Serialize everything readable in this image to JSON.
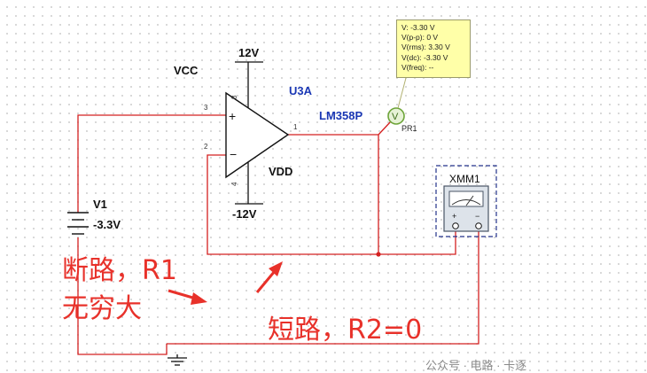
{
  "probe": {
    "label": "PR1",
    "glyph": "V",
    "readings": [
      "V: -3.30 V",
      "V(p-p): 0 V",
      "V(rms): 3.30 V",
      "V(dc): -3.30 V",
      "V(freq): --"
    ]
  },
  "opamp": {
    "ref": "U3A",
    "model": "LM358P",
    "pin_plus": "3",
    "pin_minus": "2",
    "pin_out": "1",
    "pin_vcc": "8",
    "pin_vdd": "4",
    "plus_sign": "+",
    "minus_sign": "−"
  },
  "supply": {
    "vcc_label": "VCC",
    "vdd_label": "VDD",
    "pos_value": "12V",
    "neg_value": "-12V"
  },
  "source": {
    "ref": "V1",
    "value": "-3.3V"
  },
  "meter": {
    "ref": "XMM1",
    "plus": "+",
    "minus": "−"
  },
  "annotations": {
    "open_line1": "断路，R1",
    "open_line2": "无穷大",
    "short": "短路，R2=0"
  },
  "watermark": "公众号 · 电路 · 卡逐"
}
